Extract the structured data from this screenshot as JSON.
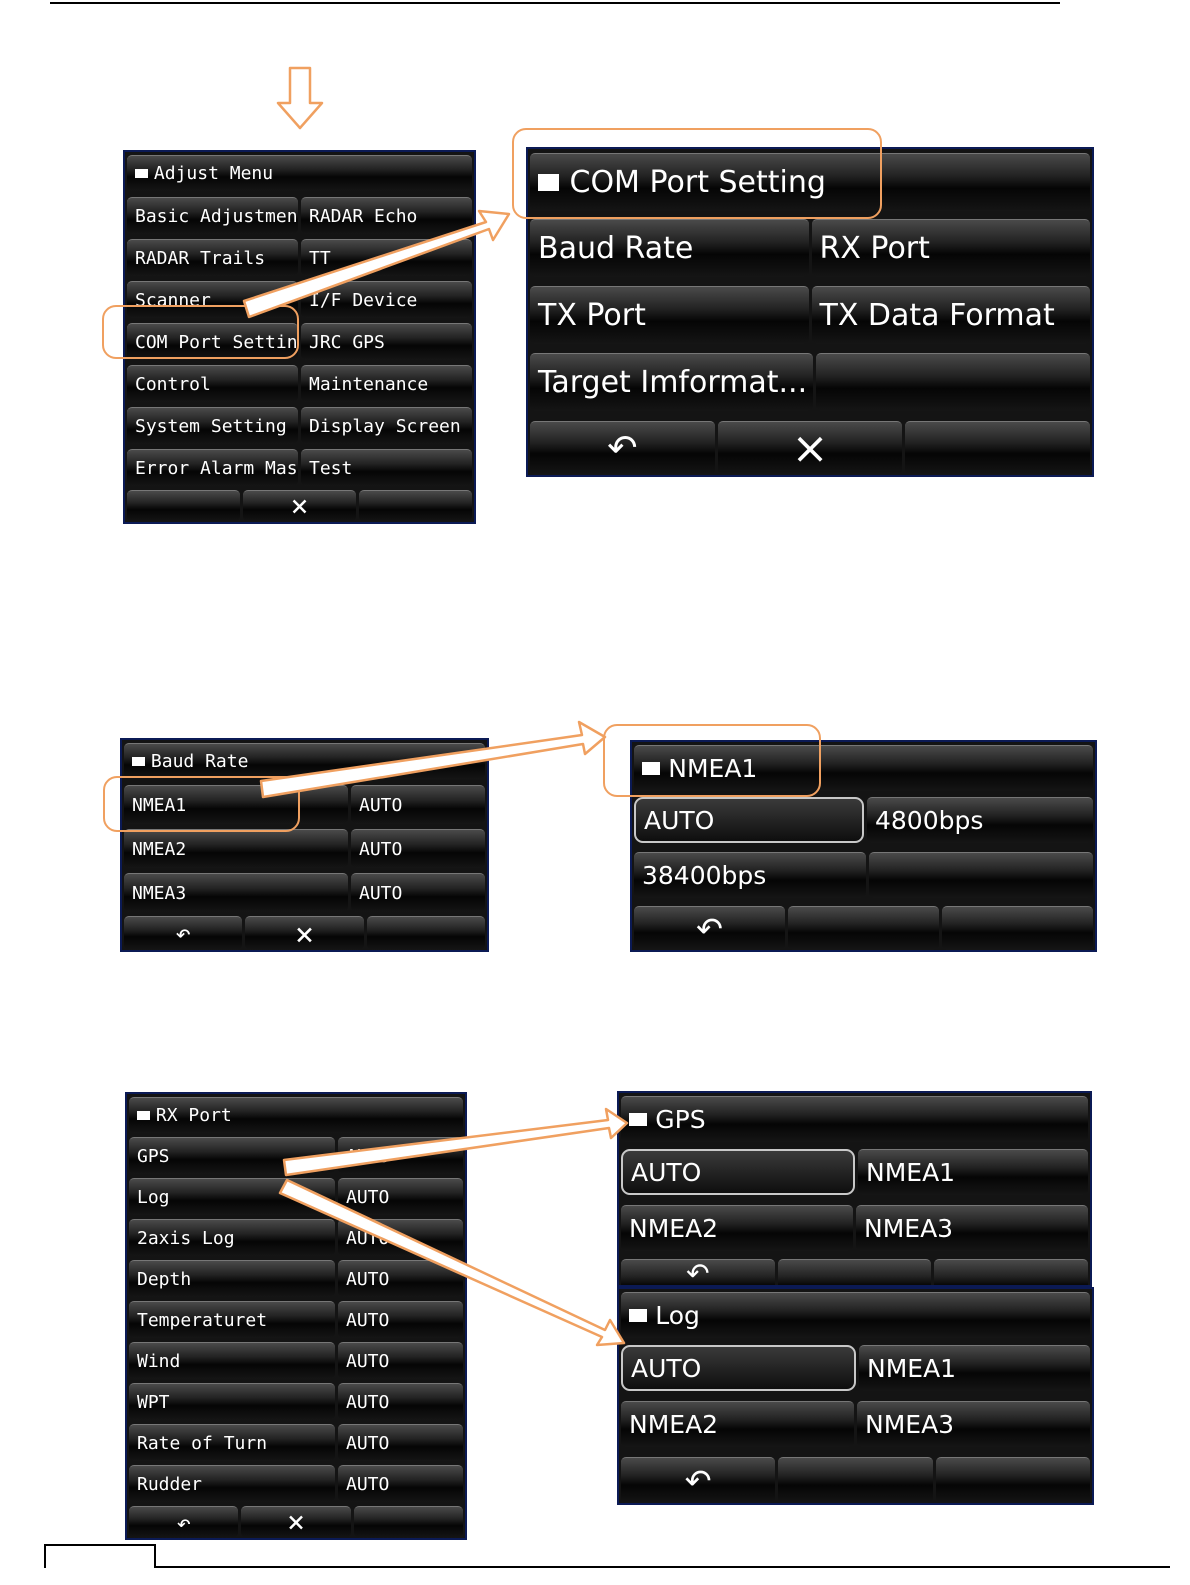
{
  "adjust_menu": {
    "title": "Adjust Menu",
    "rows": [
      [
        "Basic Adjustment",
        "RADAR Echo"
      ],
      [
        "RADAR Trails",
        "TT"
      ],
      [
        "Scanner",
        "I/F Device"
      ],
      [
        "COM Port Setting",
        "JRC GPS"
      ],
      [
        "Control",
        "Maintenance"
      ],
      [
        "System Setting",
        "Display Screen"
      ],
      [
        "Error Alarm Mask",
        "Test"
      ]
    ],
    "close_icon": "×"
  },
  "com_port": {
    "title": "COM Port Setting",
    "rows": [
      [
        "Baud Rate",
        "RX Port"
      ],
      [
        "TX Port",
        "TX Data Format"
      ],
      [
        "Target Imformat...",
        ""
      ]
    ],
    "back_icon": "↶",
    "close_icon": "×"
  },
  "baud_rate": {
    "title": "Baud Rate",
    "rows": [
      [
        "NMEA1",
        "AUTO"
      ],
      [
        "NMEA2",
        "AUTO"
      ],
      [
        "NMEA3",
        "AUTO"
      ]
    ],
    "back_icon": "↶",
    "close_icon": "×"
  },
  "nmea1": {
    "title": "NMEA1",
    "rows": [
      [
        "AUTO",
        "4800bps"
      ],
      [
        "38400bps",
        ""
      ]
    ],
    "back_icon": "↶"
  },
  "rx_port": {
    "title": "RX Port",
    "rows": [
      [
        "GPS",
        "AUTO"
      ],
      [
        "Log",
        "AUTO"
      ],
      [
        "2axis Log",
        "AUTO"
      ],
      [
        "Depth",
        "AUTO"
      ],
      [
        "Temperaturet",
        "AUTO"
      ],
      [
        "Wind",
        "AUTO"
      ],
      [
        "WPT",
        "AUTO"
      ],
      [
        "Rate of Turn",
        "AUTO"
      ],
      [
        "Rudder",
        "AUTO"
      ]
    ],
    "back_icon": "↶",
    "close_icon": "×"
  },
  "gps": {
    "title": "GPS",
    "rows": [
      [
        "AUTO",
        "NMEA1"
      ],
      [
        "NMEA2",
        "NMEA3"
      ]
    ],
    "back_icon": "↶"
  },
  "log": {
    "title": "Log",
    "rows": [
      [
        "AUTO",
        "NMEA1"
      ],
      [
        "NMEA2",
        "NMEA3"
      ]
    ],
    "back_icon": "↶"
  },
  "colors": {
    "highlight": "#f0a060",
    "panel_border": "#0b1a55"
  }
}
